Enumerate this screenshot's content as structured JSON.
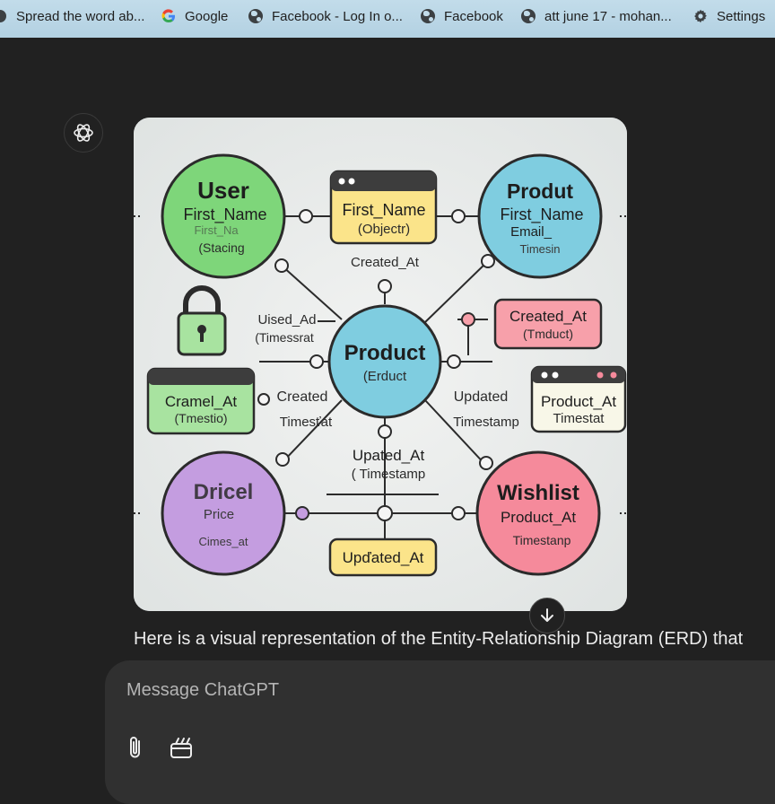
{
  "bookmarks": [
    {
      "label": "Spread the word ab...",
      "icon": "partial-icon"
    },
    {
      "label": "Google",
      "icon": "google-icon"
    },
    {
      "label": "Facebook - Log In o...",
      "icon": "globe-icon"
    },
    {
      "label": "Facebook",
      "icon": "globe-icon"
    },
    {
      "label": "att june 17 - mohan...",
      "icon": "globe-icon"
    },
    {
      "label": "Settings",
      "icon": "gear-icon"
    }
  ],
  "diagram": {
    "entities": {
      "user": {
        "title": "User",
        "line1": "First_Name",
        "line2": "First_Na",
        "line3": "(Stacing"
      },
      "product_top_right": {
        "title": "Produt",
        "line1": "First_Name",
        "line2": "Email_",
        "line3": "Timesin"
      },
      "product_center": {
        "title": "Product",
        "line1": "(Erduct"
      },
      "dricel": {
        "title": "Dricel",
        "line1": "Price",
        "line2": "Cimes_at"
      },
      "wishlist": {
        "title": "Wishlist",
        "line1": "Product_At",
        "line2": "Timestanp"
      }
    },
    "boxes": {
      "first_name": {
        "line1": "First_Name",
        "line2": "(Objectr)"
      },
      "created_at_right": {
        "line1": "Created_At",
        "line2": "(Tmduct)"
      },
      "cramel_at": {
        "line1": "Cramel_At",
        "line2": "(Tmestio)"
      },
      "product_at": {
        "line1": "Product_At",
        "line2": "Timestat"
      },
      "updated_at": {
        "line1": "Upďated_At"
      }
    },
    "labels": {
      "created_at_top": "Created_At",
      "uised_ad": "Uised_Ad",
      "timessrat": "(Timessrat",
      "created_left": "Created",
      "timestat_left": "Timesťat",
      "updated_right": "Updated",
      "timestamp_right": "Timestamp",
      "upated_at": "Upated_At",
      "timestamp_bottom": "( Timestamp"
    }
  },
  "message": {
    "text": "Here is a visual representation of the Entity-Relationship Diagram (ERD) that"
  },
  "composer": {
    "placeholder": "Message ChatGPT"
  },
  "colors": {
    "background": "#212121",
    "composer": "#303030",
    "bookmark_bar": "#c2dcea",
    "user_green": "#7ed67a",
    "product_blue": "#7fcde0",
    "dricel_purple": "#c49de0",
    "wishlist_pink": "#f58a9b",
    "box_yellow": "#fbe48a",
    "box_pink": "#f7a0aa",
    "box_green": "#a8e3a0"
  }
}
